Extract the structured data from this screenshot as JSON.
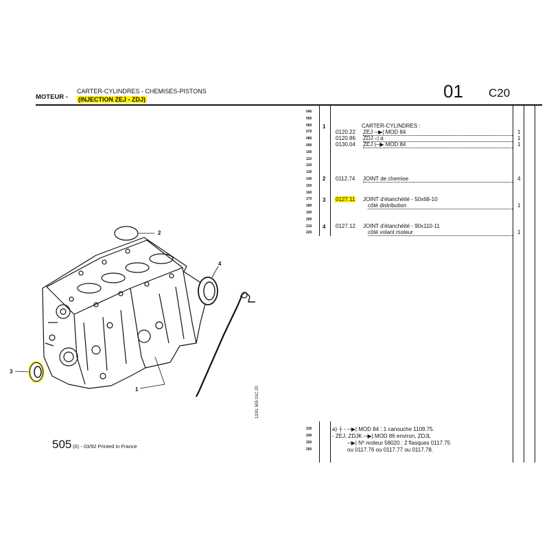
{
  "header": {
    "section": "MOTEUR -",
    "title_line1": "CARTER-CYLINDRES - CHEMISES-PISTONS",
    "title_line2": "(INJECTION ZEJ - ZDJ)",
    "group": "01",
    "subgroup": "C20"
  },
  "line_numbers_top": [
    "040",
    "050",
    "060",
    "070",
    "080",
    "090",
    "100",
    "110",
    "120",
    "130",
    "140",
    "150",
    "160",
    "170",
    "180",
    "190",
    "200",
    "210",
    "220"
  ],
  "line_numbers_bottom": [
    "230",
    "240",
    "250",
    "260"
  ],
  "parts": [
    {
      "ref": "1",
      "lines": [
        {
          "code": "",
          "text": "CARTER-CYLINDRES :",
          "qty": ""
        },
        {
          "code": "0120.22",
          "text": "ZEJ ─▶| MOD 84",
          "qty": "1"
        },
        {
          "code": "0120.86",
          "text": "ZDJ ◁ a",
          "qty": "1"
        },
        {
          "code": "0130.04",
          "text": "ZEJ |─▶ MOD 84",
          "qty": "1"
        }
      ]
    },
    {
      "ref": "2",
      "lines": [
        {
          "code": "0112.74",
          "text": "JOINT de chemise",
          "qty": "4"
        }
      ]
    },
    {
      "ref": "3",
      "lines": [
        {
          "code": "0127.11",
          "text": "JOINT d'étanchéité - 50x68-10",
          "qty": ""
        },
        {
          "code": "",
          "text": "côté distribution",
          "qty": "1"
        }
      ]
    },
    {
      "ref": "4",
      "lines": [
        {
          "code": "0127.12",
          "text": "JOINT d'étanchéité - 90x110-11",
          "qty": ""
        },
        {
          "code": "",
          "text": "côté volant moteur",
          "qty": "1"
        }
      ]
    }
  ],
  "notes": [
    "a) ┼ - ─▶| MOD 84 : 1 canouche 1109.75.",
    "- ZEJ, ZDJK ─▶| MOD 86 environ, ZDJL",
    "─▶| Nº moteur 58020 : 2 flasques 0117.75",
    "ou 0117.76 ou 0117.77 ou 0117.78."
  ],
  "vertical_code": "12/91  505  01C 20",
  "footer": {
    "model": "505",
    "suffix": "(0) - 03/92 Printed in France"
  },
  "callouts": [
    "1",
    "2",
    "3",
    "4"
  ]
}
